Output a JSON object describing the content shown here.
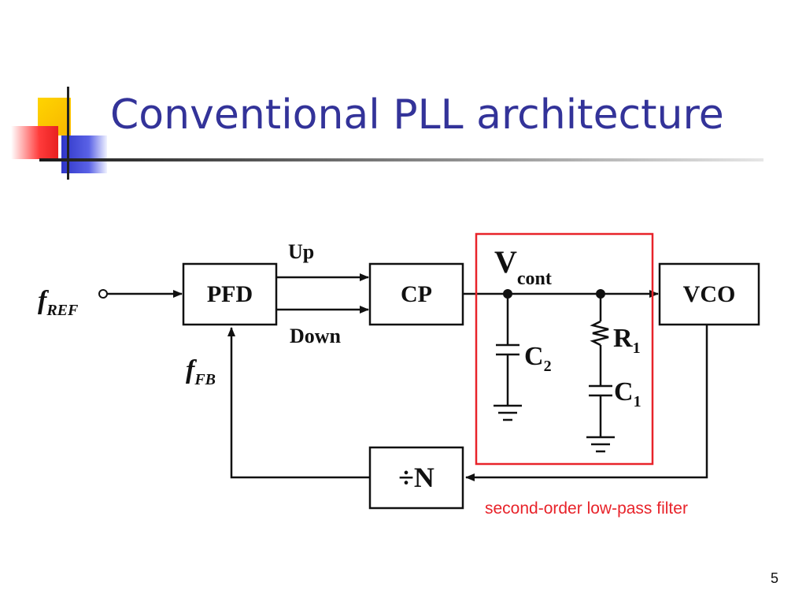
{
  "slide": {
    "title": "Conventional PLL architecture",
    "page_number": "5",
    "caption": "second-order low-pass filter",
    "colors": {
      "title": "#333399",
      "accent_yellow": "#ffcc00",
      "accent_red": "#ff3333",
      "accent_blue": "#3333cc",
      "highlight_box": "#e8232a",
      "caption": "#e8232a"
    }
  },
  "diagram": {
    "blocks": {
      "pfd": "PFD",
      "cp": "CP",
      "vco": "VCO",
      "divider": "÷N"
    },
    "signals": {
      "up": "Up",
      "down": "Down",
      "fref_main": "f",
      "fref_sub": "REF",
      "ffb_main": "f",
      "ffb_sub": "FB",
      "vcont_main": "V",
      "vcont_sub": "cont"
    },
    "components": {
      "c2_main": "C",
      "c2_sub": "2",
      "r1_main": "R",
      "r1_sub": "1",
      "c1_main": "C",
      "c1_sub": "1"
    }
  }
}
